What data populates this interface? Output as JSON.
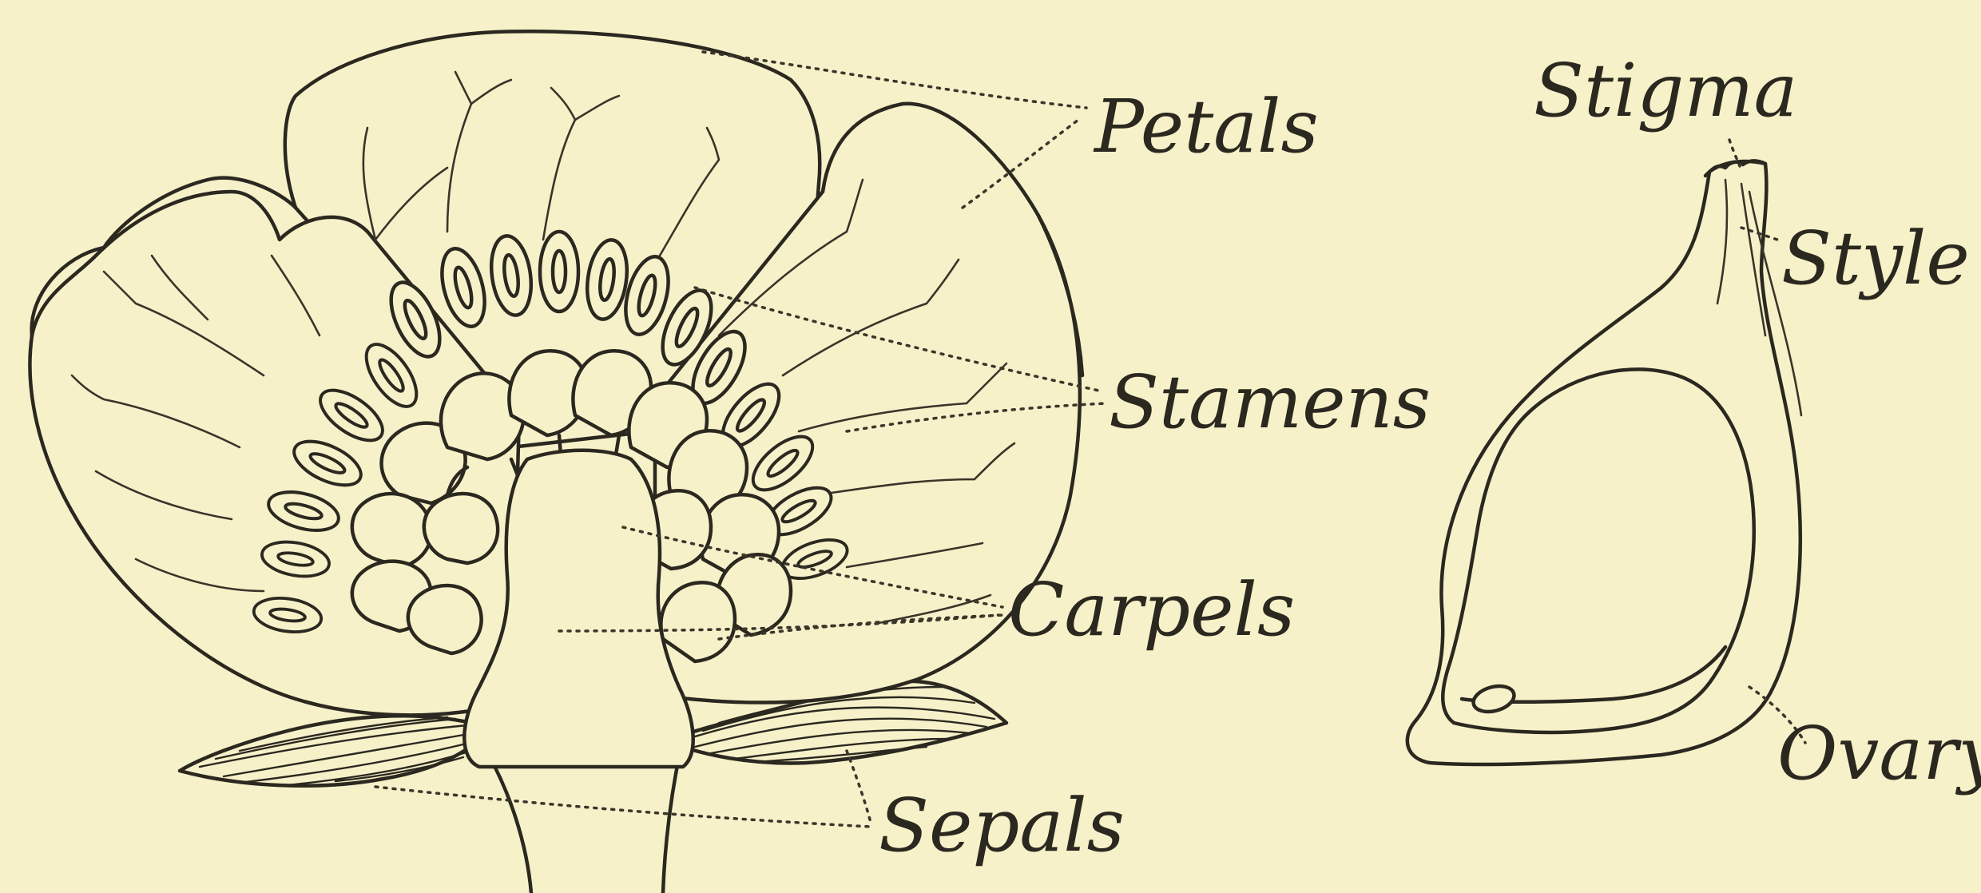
{
  "diagram": {
    "labels": {
      "petals": "Petals",
      "stamens": "Stamens",
      "carpels": "Carpels",
      "sepals": "Sepals",
      "stigma": "Stigma",
      "style": "Style",
      "ovary": "Ovary"
    }
  }
}
